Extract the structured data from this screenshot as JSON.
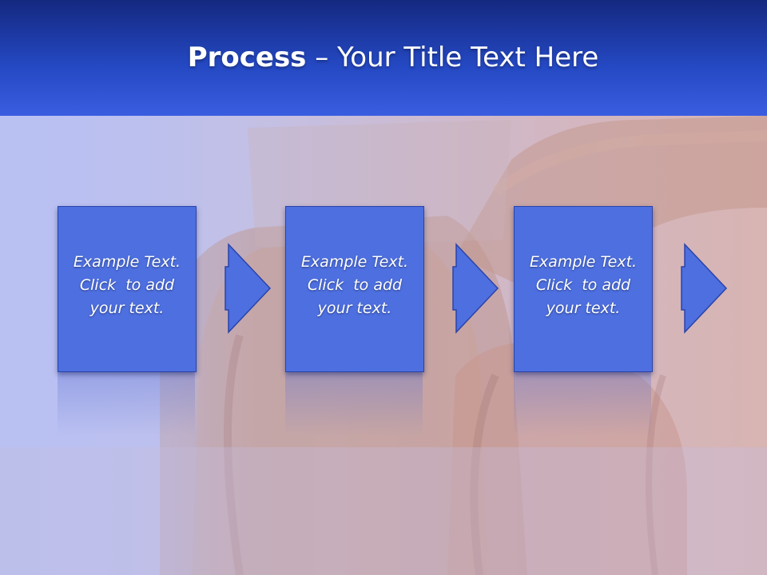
{
  "slide": {
    "title_bold": "Process",
    "title_rest": " – Your Title Text Here"
  },
  "steps": [
    {
      "line1": "Example Text.",
      "line2": "Click  to add",
      "line3": "your text."
    },
    {
      "line1": "Example Text.",
      "line2": "Click  to add",
      "line3": "your text."
    },
    {
      "line1": "Example Text.",
      "line2": "Click  to add",
      "line3": "your text."
    }
  ],
  "colors": {
    "header_top": "#14287f",
    "header_bottom": "#3a5de0",
    "box_fill": "#4d6fe0",
    "box_border": "#2a44a8",
    "text": "#ffffff"
  }
}
